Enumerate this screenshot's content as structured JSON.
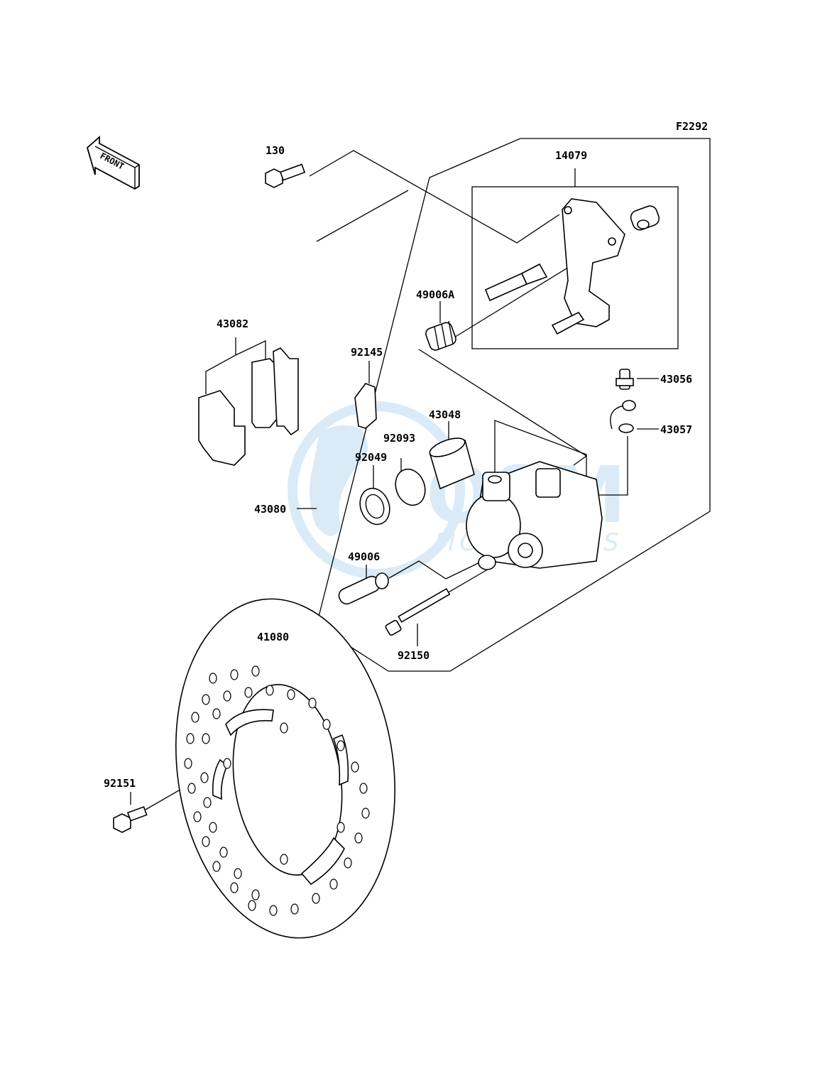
{
  "figure_code": "F2292",
  "front_arrow_text": "FRONT",
  "watermark": {
    "brand": "OSM",
    "sub": "MOTOPARTS",
    "color": "#bcdcf2"
  },
  "part_labels": {
    "p130": "130",
    "p14079": "14079",
    "p49006A": "49006A",
    "p43082": "43082",
    "p92145": "92145",
    "p43056": "43056",
    "p43048": "43048",
    "p92093": "92093",
    "p43057": "43057",
    "p92049": "92049",
    "p43080": "43080",
    "p49006": "49006",
    "p92150": "92150",
    "p41080": "41080",
    "p92151": "92151"
  }
}
